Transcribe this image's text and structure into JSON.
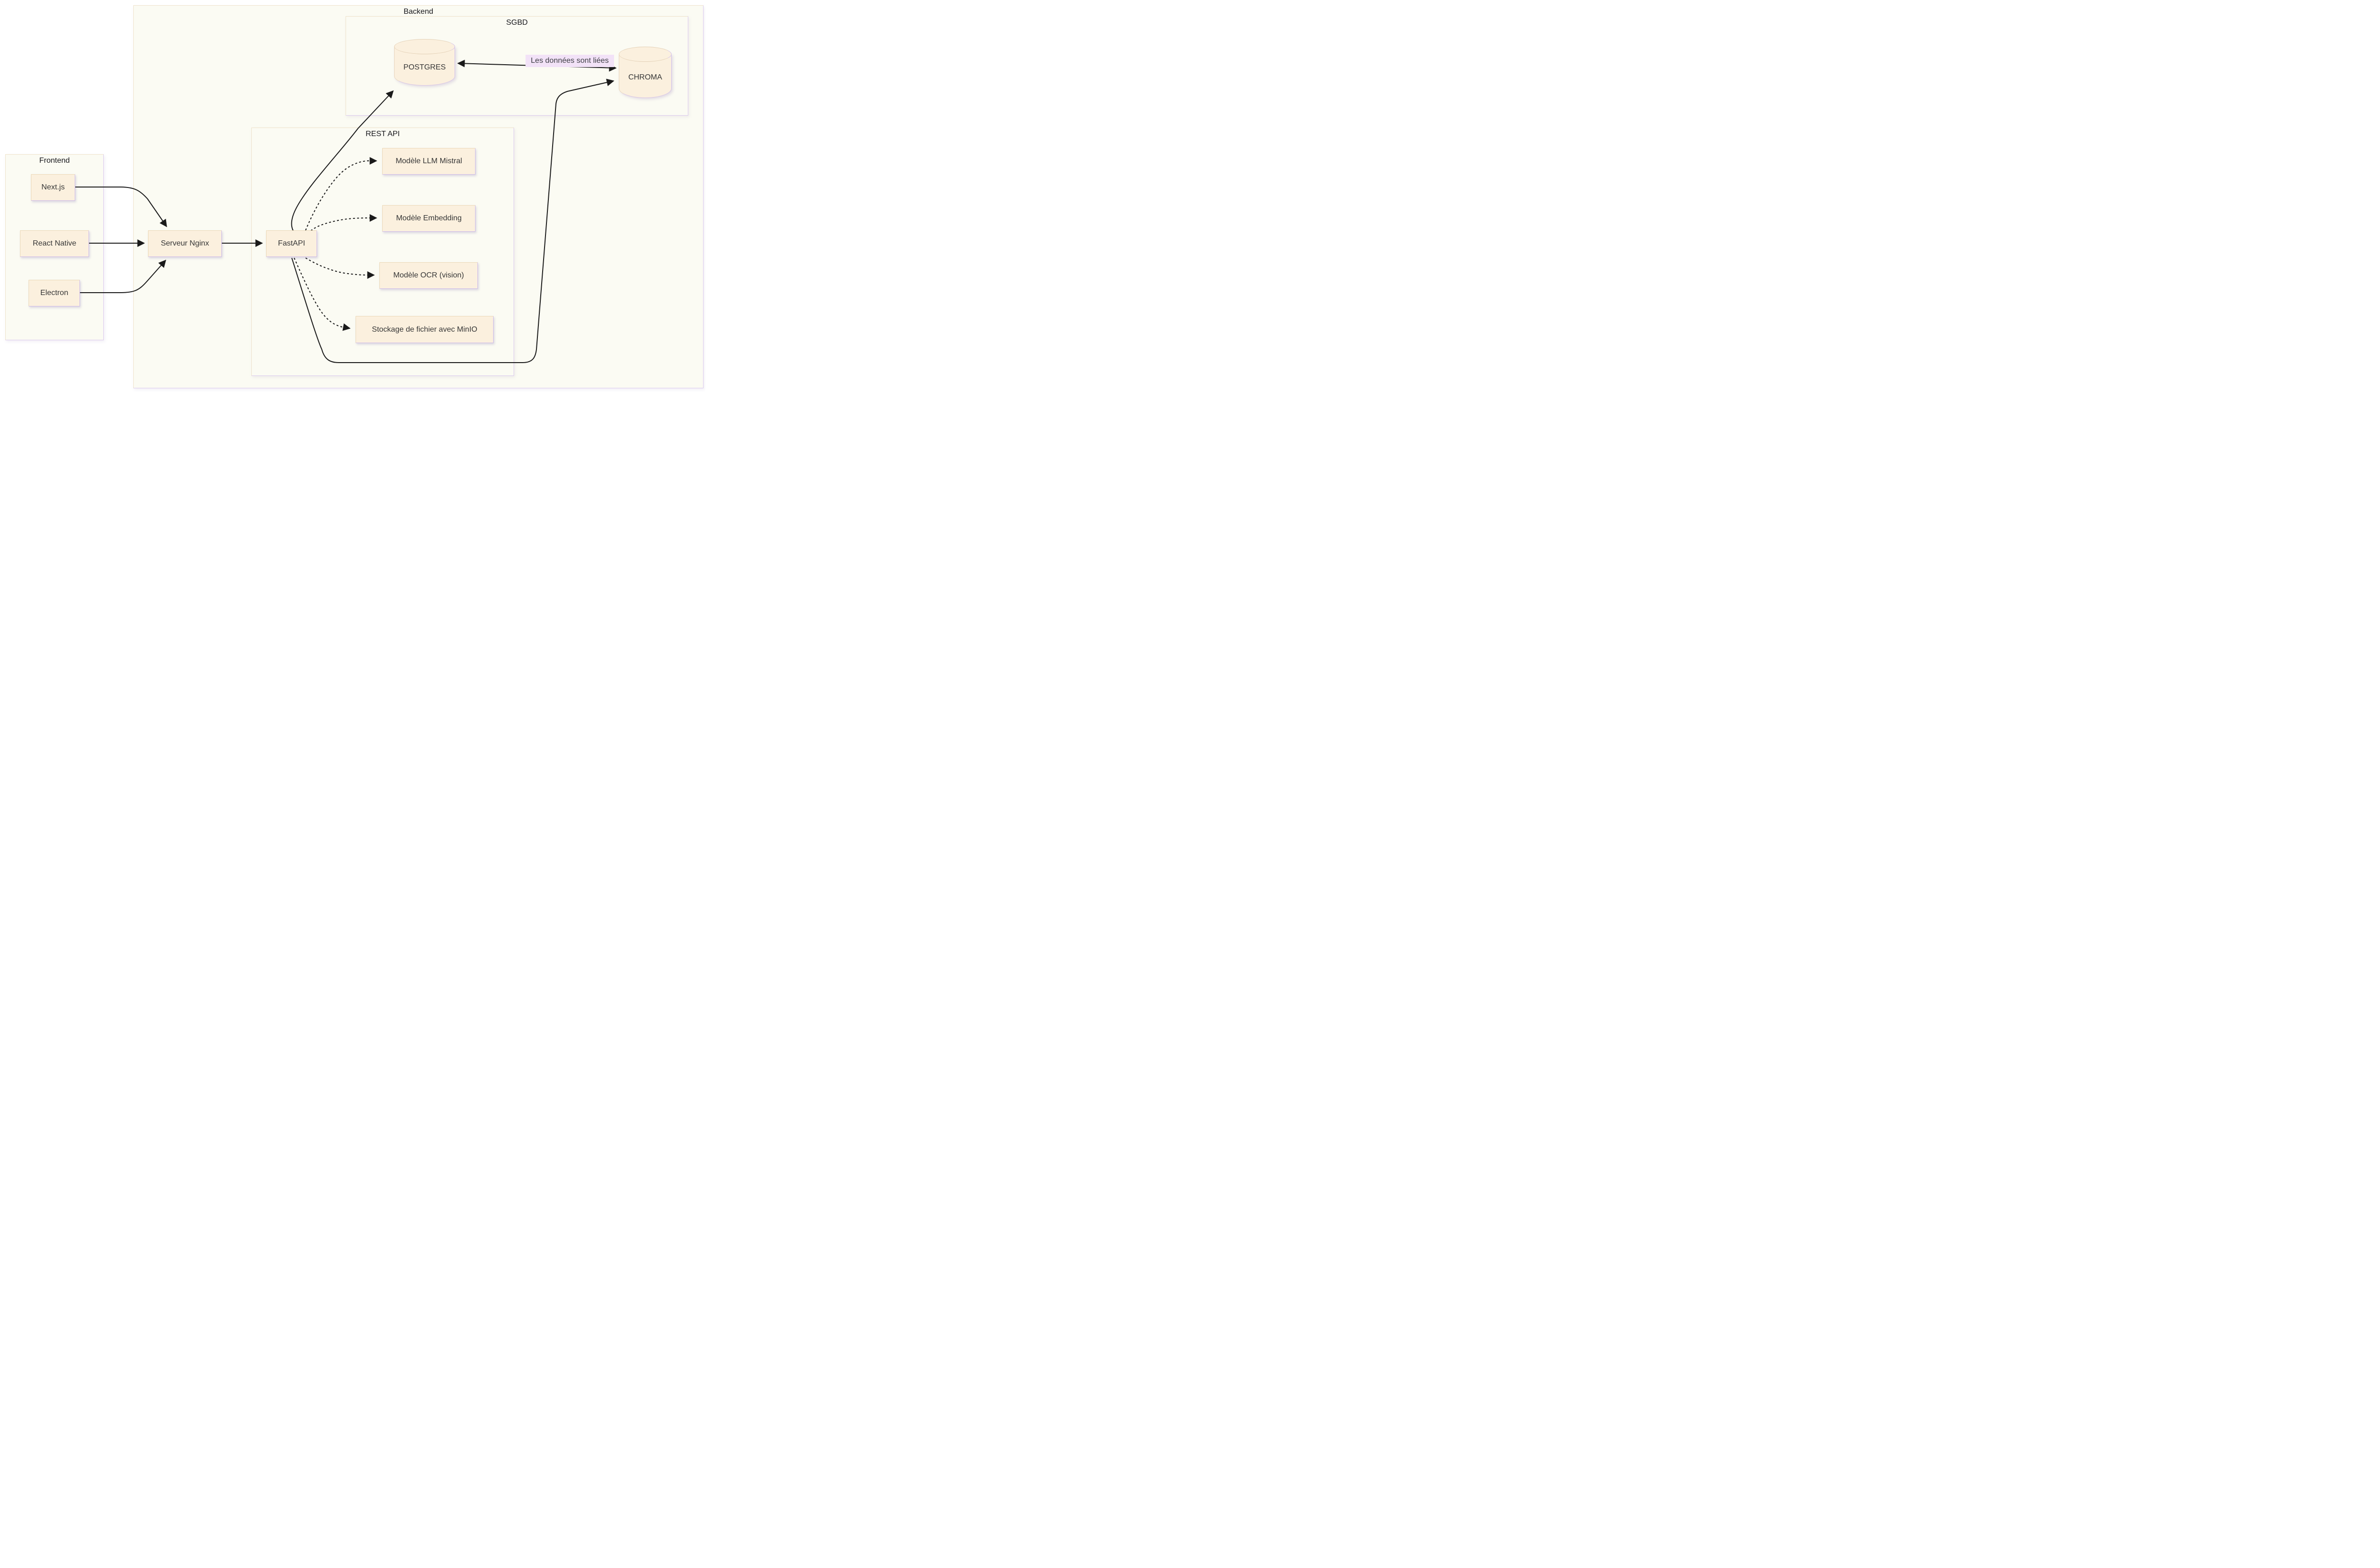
{
  "diagram": {
    "containers": {
      "frontend": {
        "label": "Frontend"
      },
      "backend": {
        "label": "Backend"
      },
      "sgbd": {
        "label": "SGBD"
      },
      "rest_api": {
        "label": "REST API"
      }
    },
    "nodes": {
      "nextjs": {
        "label": "Next.js"
      },
      "react_native": {
        "label": "React Native"
      },
      "electron": {
        "label": "Electron"
      },
      "nginx": {
        "label": "Serveur Nginx"
      },
      "fastapi": {
        "label": "FastAPI"
      },
      "llm": {
        "label": "Modèle LLM Mistral"
      },
      "embedding": {
        "label": "Modèle Embedding"
      },
      "ocr": {
        "label": "Modèle OCR (vision)"
      },
      "minio": {
        "label": "Stockage de fichier avec MinIO"
      },
      "postgres": {
        "label": "POSTGRES"
      },
      "chroma": {
        "label": "CHROMA"
      }
    },
    "edge_labels": {
      "linked_data": {
        "label": "Les données sont liées"
      }
    },
    "colors": {
      "node_fill": "#FBF0DE",
      "node_border_warm": "#ECD9B8",
      "node_border_cool": "#CFBCE9",
      "container_fill": "#FBFBF3",
      "edge": "#1A1A1A",
      "edge_label_bg": "#F2E2F7",
      "text": "#363636"
    }
  }
}
